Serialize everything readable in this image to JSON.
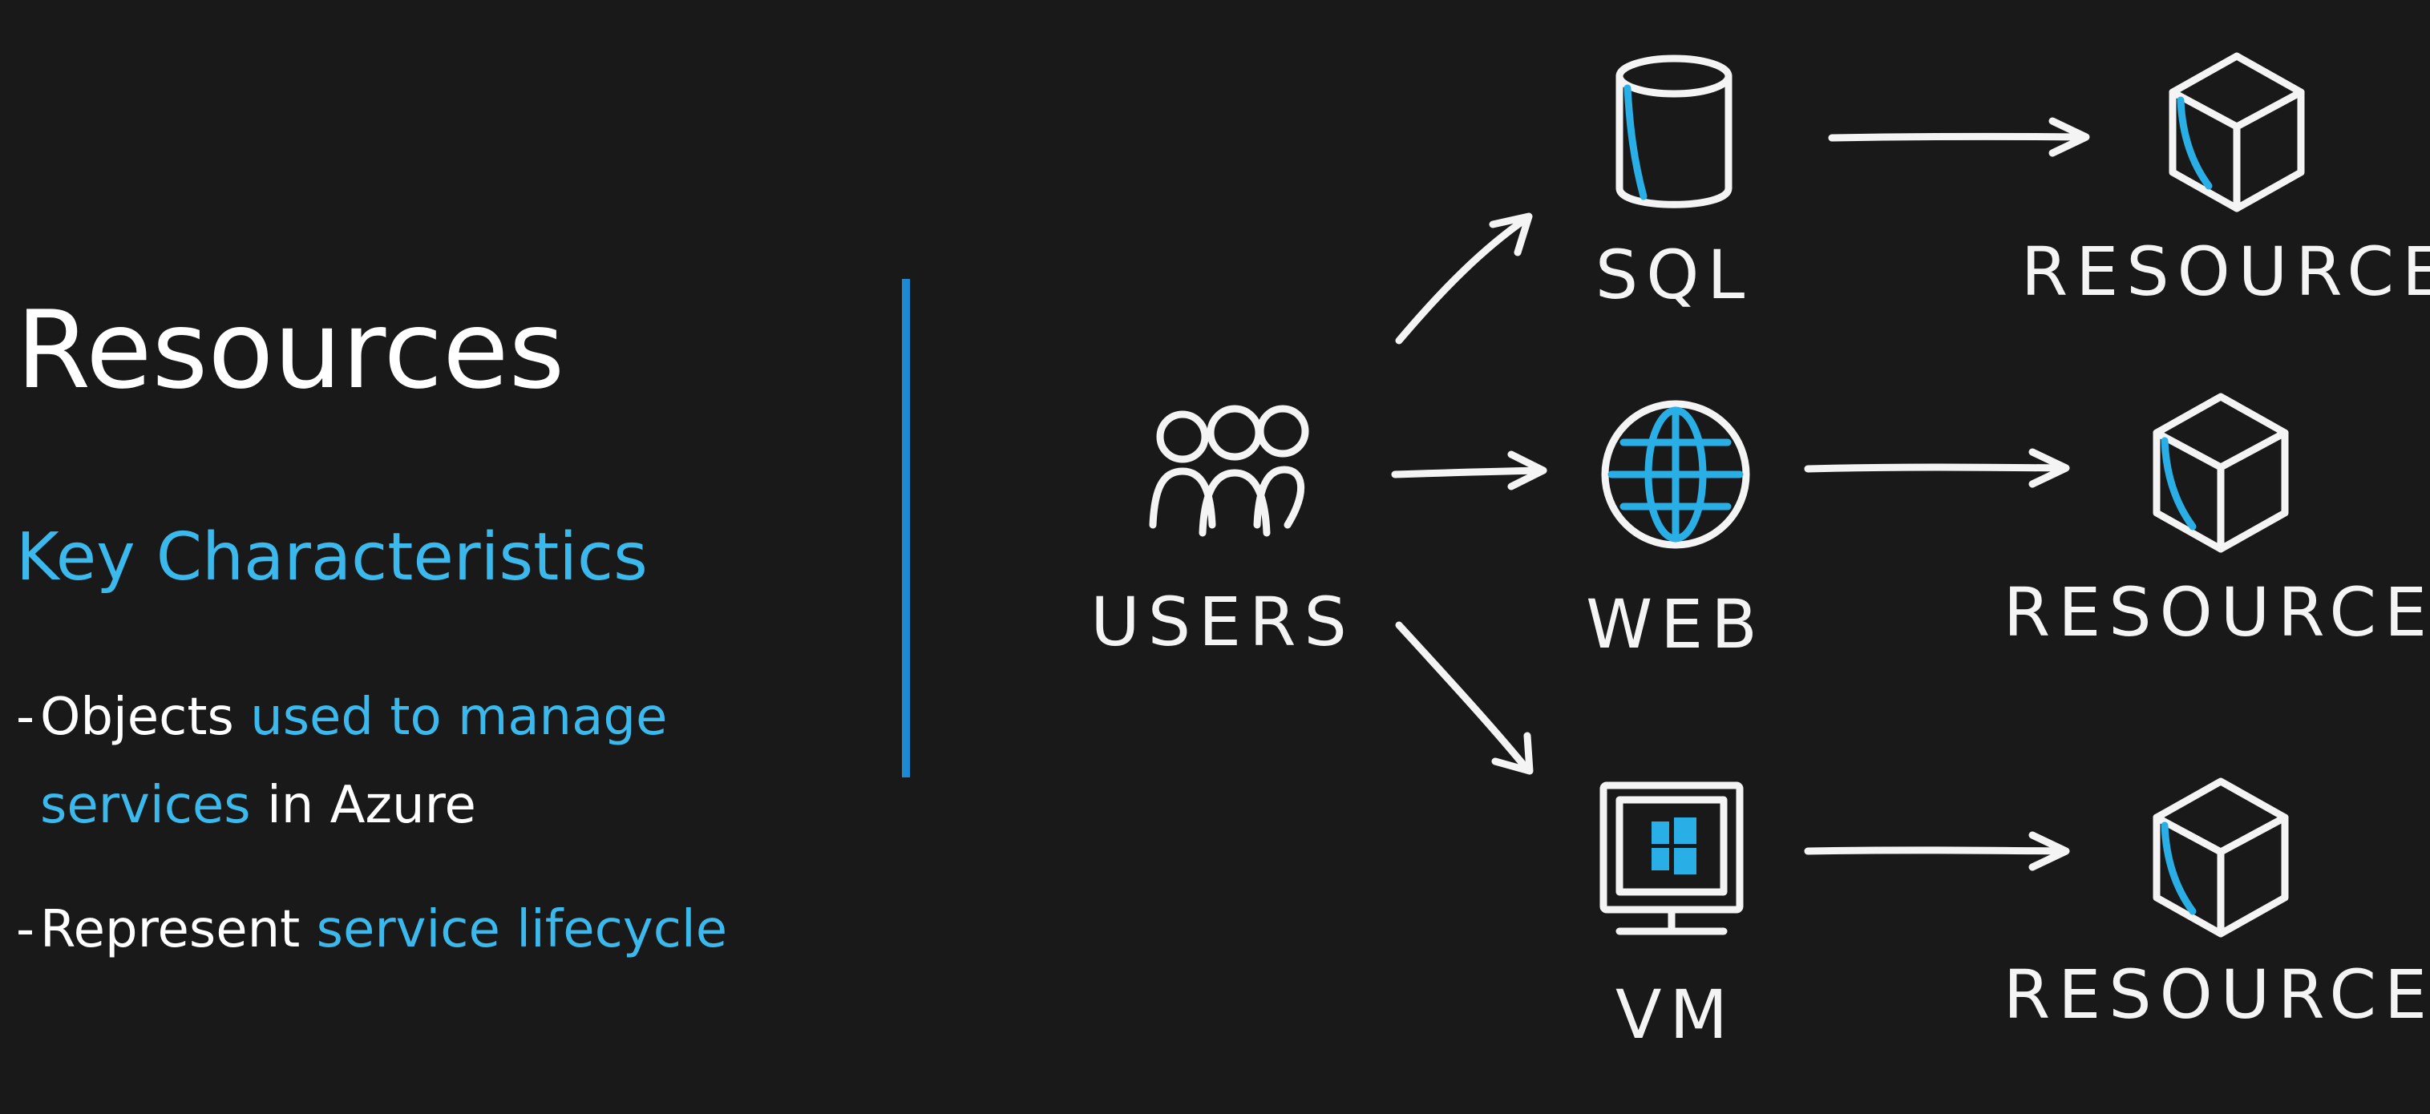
{
  "title": "Resources",
  "subtitle": "Key Characteristics",
  "bullets": [
    {
      "dash": "-",
      "line1_plain": "Objects ",
      "line1_highlight": "used to manage",
      "line2_highlight": "services",
      "line2_plain": " in Azure"
    },
    {
      "dash": "-",
      "plain": "Represent ",
      "highlight": "service lifecycle"
    }
  ],
  "diagram": {
    "source_label": "USERS",
    "services": [
      {
        "label": "SQL",
        "icon": "database-icon",
        "target_label": "RESOURCE",
        "target_icon": "cube-icon"
      },
      {
        "label": "WEB",
        "icon": "globe-icon",
        "target_label": "RESOURCE",
        "target_icon": "cube-icon"
      },
      {
        "label": "VM",
        "icon": "monitor-icon",
        "target_label": "RESOURCE",
        "target_icon": "cube-icon"
      }
    ]
  },
  "colors": {
    "background": "#191919",
    "text": "#ffffff",
    "accent": "#3cb9ec",
    "divider": "#1b8ad3"
  }
}
